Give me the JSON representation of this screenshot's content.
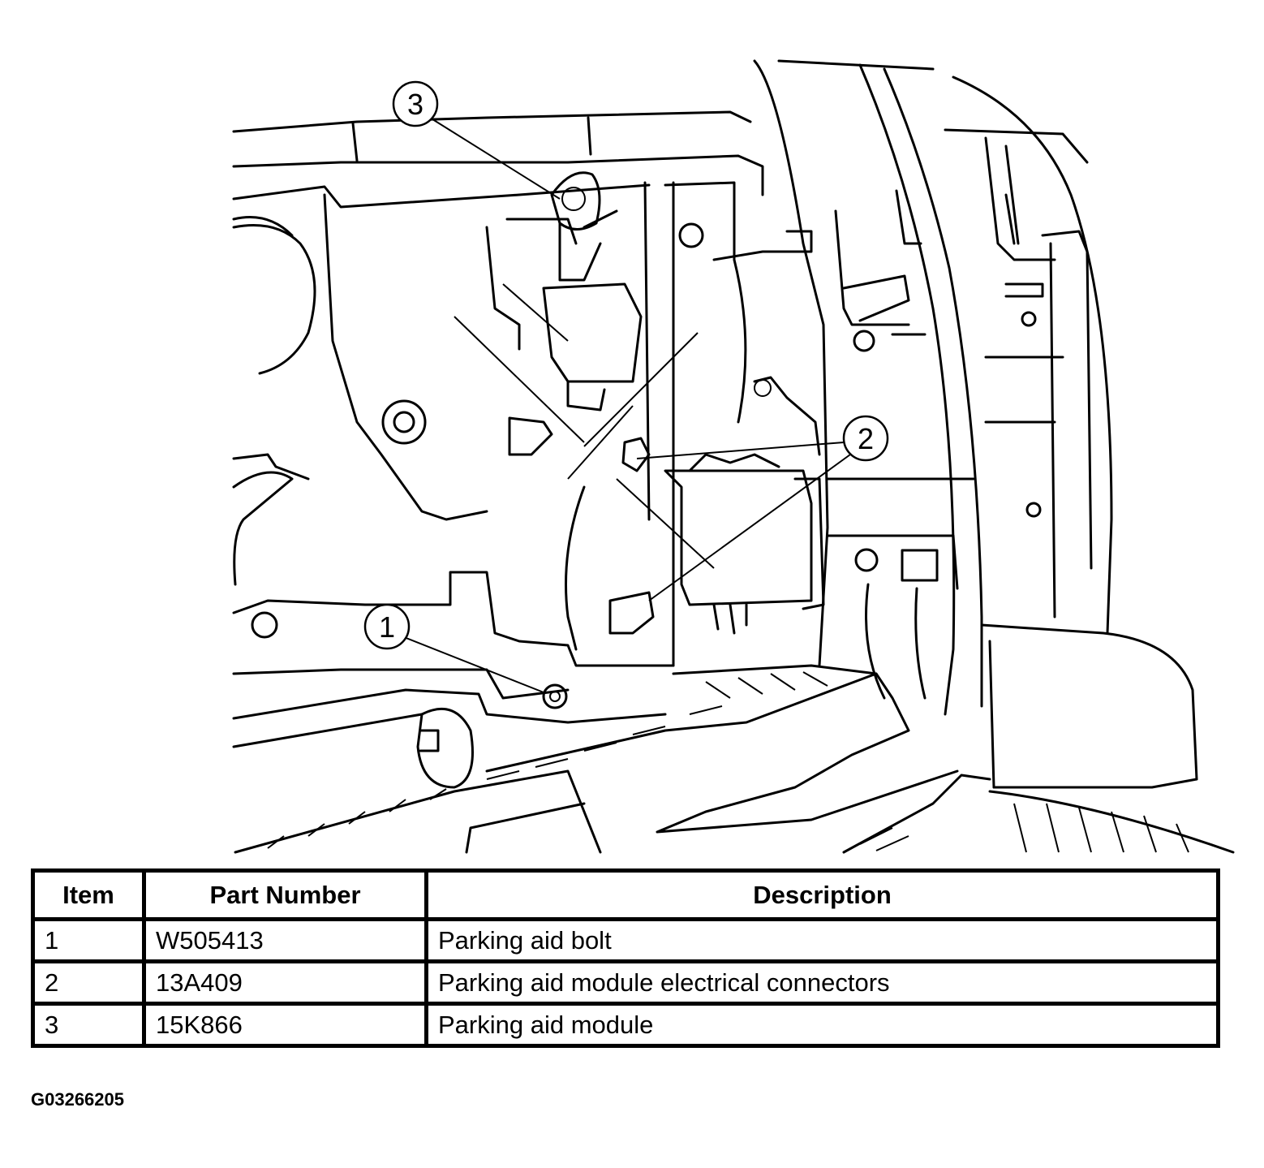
{
  "callouts": [
    {
      "number": "1",
      "target": "Parking aid bolt"
    },
    {
      "number": "2",
      "target": "Parking aid module electrical connectors"
    },
    {
      "number": "3",
      "target": "Parking aid module"
    }
  ],
  "table": {
    "headers": {
      "item": "Item",
      "part_number": "Part Number",
      "description": "Description"
    },
    "rows": [
      {
        "item": "1",
        "part_number": "W505413",
        "description": "Parking aid bolt"
      },
      {
        "item": "2",
        "part_number": "13A409",
        "description": "Parking aid module electrical connectors"
      },
      {
        "item": "3",
        "part_number": "15K866",
        "description": "Parking aid module"
      }
    ]
  },
  "figure_id": "G03266205"
}
